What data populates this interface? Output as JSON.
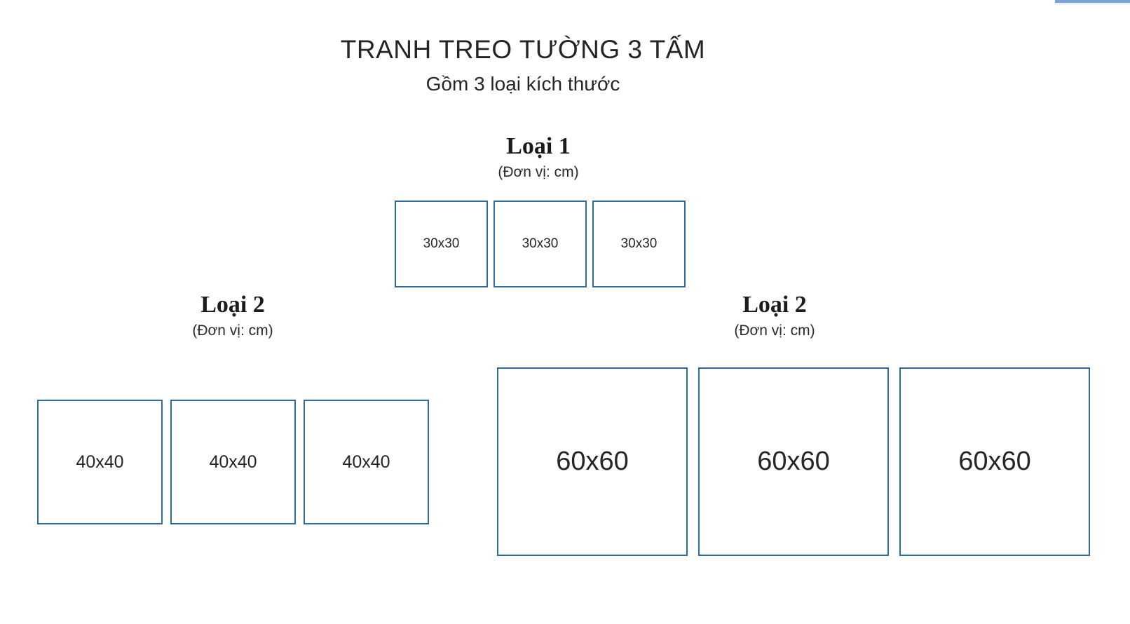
{
  "page": {
    "background_color": "#ffffff",
    "panel_border_color": "#2e6da4",
    "top_strip_color": "#7aa4d9"
  },
  "header": {
    "title": "TRANH TREO TƯỜNG 3 TẤM",
    "subtitle": "Gồm 3 loại kích thước"
  },
  "groups": [
    {
      "label": "Loại 1",
      "unit_note": "(Đơn vị: cm)",
      "panels": [
        "30x30",
        "30x30",
        "30x30"
      ]
    },
    {
      "label": "Loại 2",
      "unit_note": "(Đơn vị: cm)",
      "panels": [
        "40x40",
        "40x40",
        "40x40"
      ]
    },
    {
      "label": "Loại 2",
      "unit_note": "(Đơn vị: cm)",
      "panels": [
        "60x60",
        "60x60",
        "60x60"
      ]
    }
  ]
}
